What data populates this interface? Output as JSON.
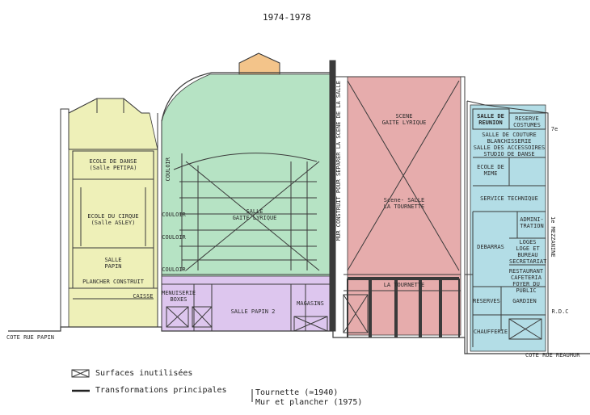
{
  "title": "1974-1978",
  "colors": {
    "yellow": "#eef0b8",
    "green": "#b6e3c4",
    "pink": "#e6acac",
    "lavender": "#ddc6ee",
    "blue": "#b3dde6",
    "orange": "#f3c48a",
    "line": "#3a3a3a"
  },
  "rooms": {
    "ecole_danse": "ECOLE DE DANSE\n(Salle PETIPA)",
    "ecole_cirque": "ECOLE DU CIRQUE\n(Salle ASLEY)",
    "salle_papin": "SALLE\nPAPIN",
    "plancher": "PLANCHER CONSTRUIT",
    "caisse": "CAISSE",
    "couloir_1": "COULOIR",
    "couloir_2": "COULOIR",
    "couloir_3": "COULOIR",
    "couloir_4": "COULOIR",
    "salle_gaite": "SALLE\nGAITE LYRIQUE",
    "menuiserie": "MENUISERIE\nBOXES",
    "salle_papin_2": "SALLE PAPIN 2",
    "magasins": "MAGASINS",
    "scene_gaite": "SCENE\nGAITE LYRIQUE",
    "scene_salle": "Scene- SALLE\nLA TOURNETTE",
    "la_tournette": "LA TOURNETTE",
    "mur_vertical": "MUR CONSTRUIT POUR SEPARER LA SCENE DE LA SALLE",
    "salle_reunion": "SALLE DE\nREUNION",
    "reserve_costumes": "RESERVE\nCOSTUMES",
    "salle_couture": "SALLE DE COUTURE\nBLANCHISSERIE\nSALLE DES ACCESSOIRES\nSTUDIO DE DANSE",
    "ecole_mime": "ECOLE DE\nMIME",
    "service_technique": "SERVICE TECHNIQUE",
    "administration": "ADMINI-\nTRATION",
    "debarras": "DEBARRAS",
    "loges": "LOGES\nLOGE ET\nBUREAU\nSECRETARIAT",
    "restaurant": "RESTAURANT\nCAFETERIA\nFOYER DU PUBLIC",
    "reserves": "RESERVES",
    "gardien": "GARDIEN",
    "chaufferie": "CHAUFFERIE"
  },
  "side_labels": {
    "etage_7": "7e",
    "mezzanine": "1e MEZZANINE",
    "rdc": "R.D.C"
  },
  "street_labels": {
    "papin": "COTE RUE PAPIN",
    "reaumur": "COTE RUE REAUMUR"
  },
  "legend": {
    "unused": "Surfaces inutilisées",
    "transforms": "Transformations principales",
    "tournette": "Tournette (≃1940)",
    "mur": "Mur et plancher (1975)"
  }
}
